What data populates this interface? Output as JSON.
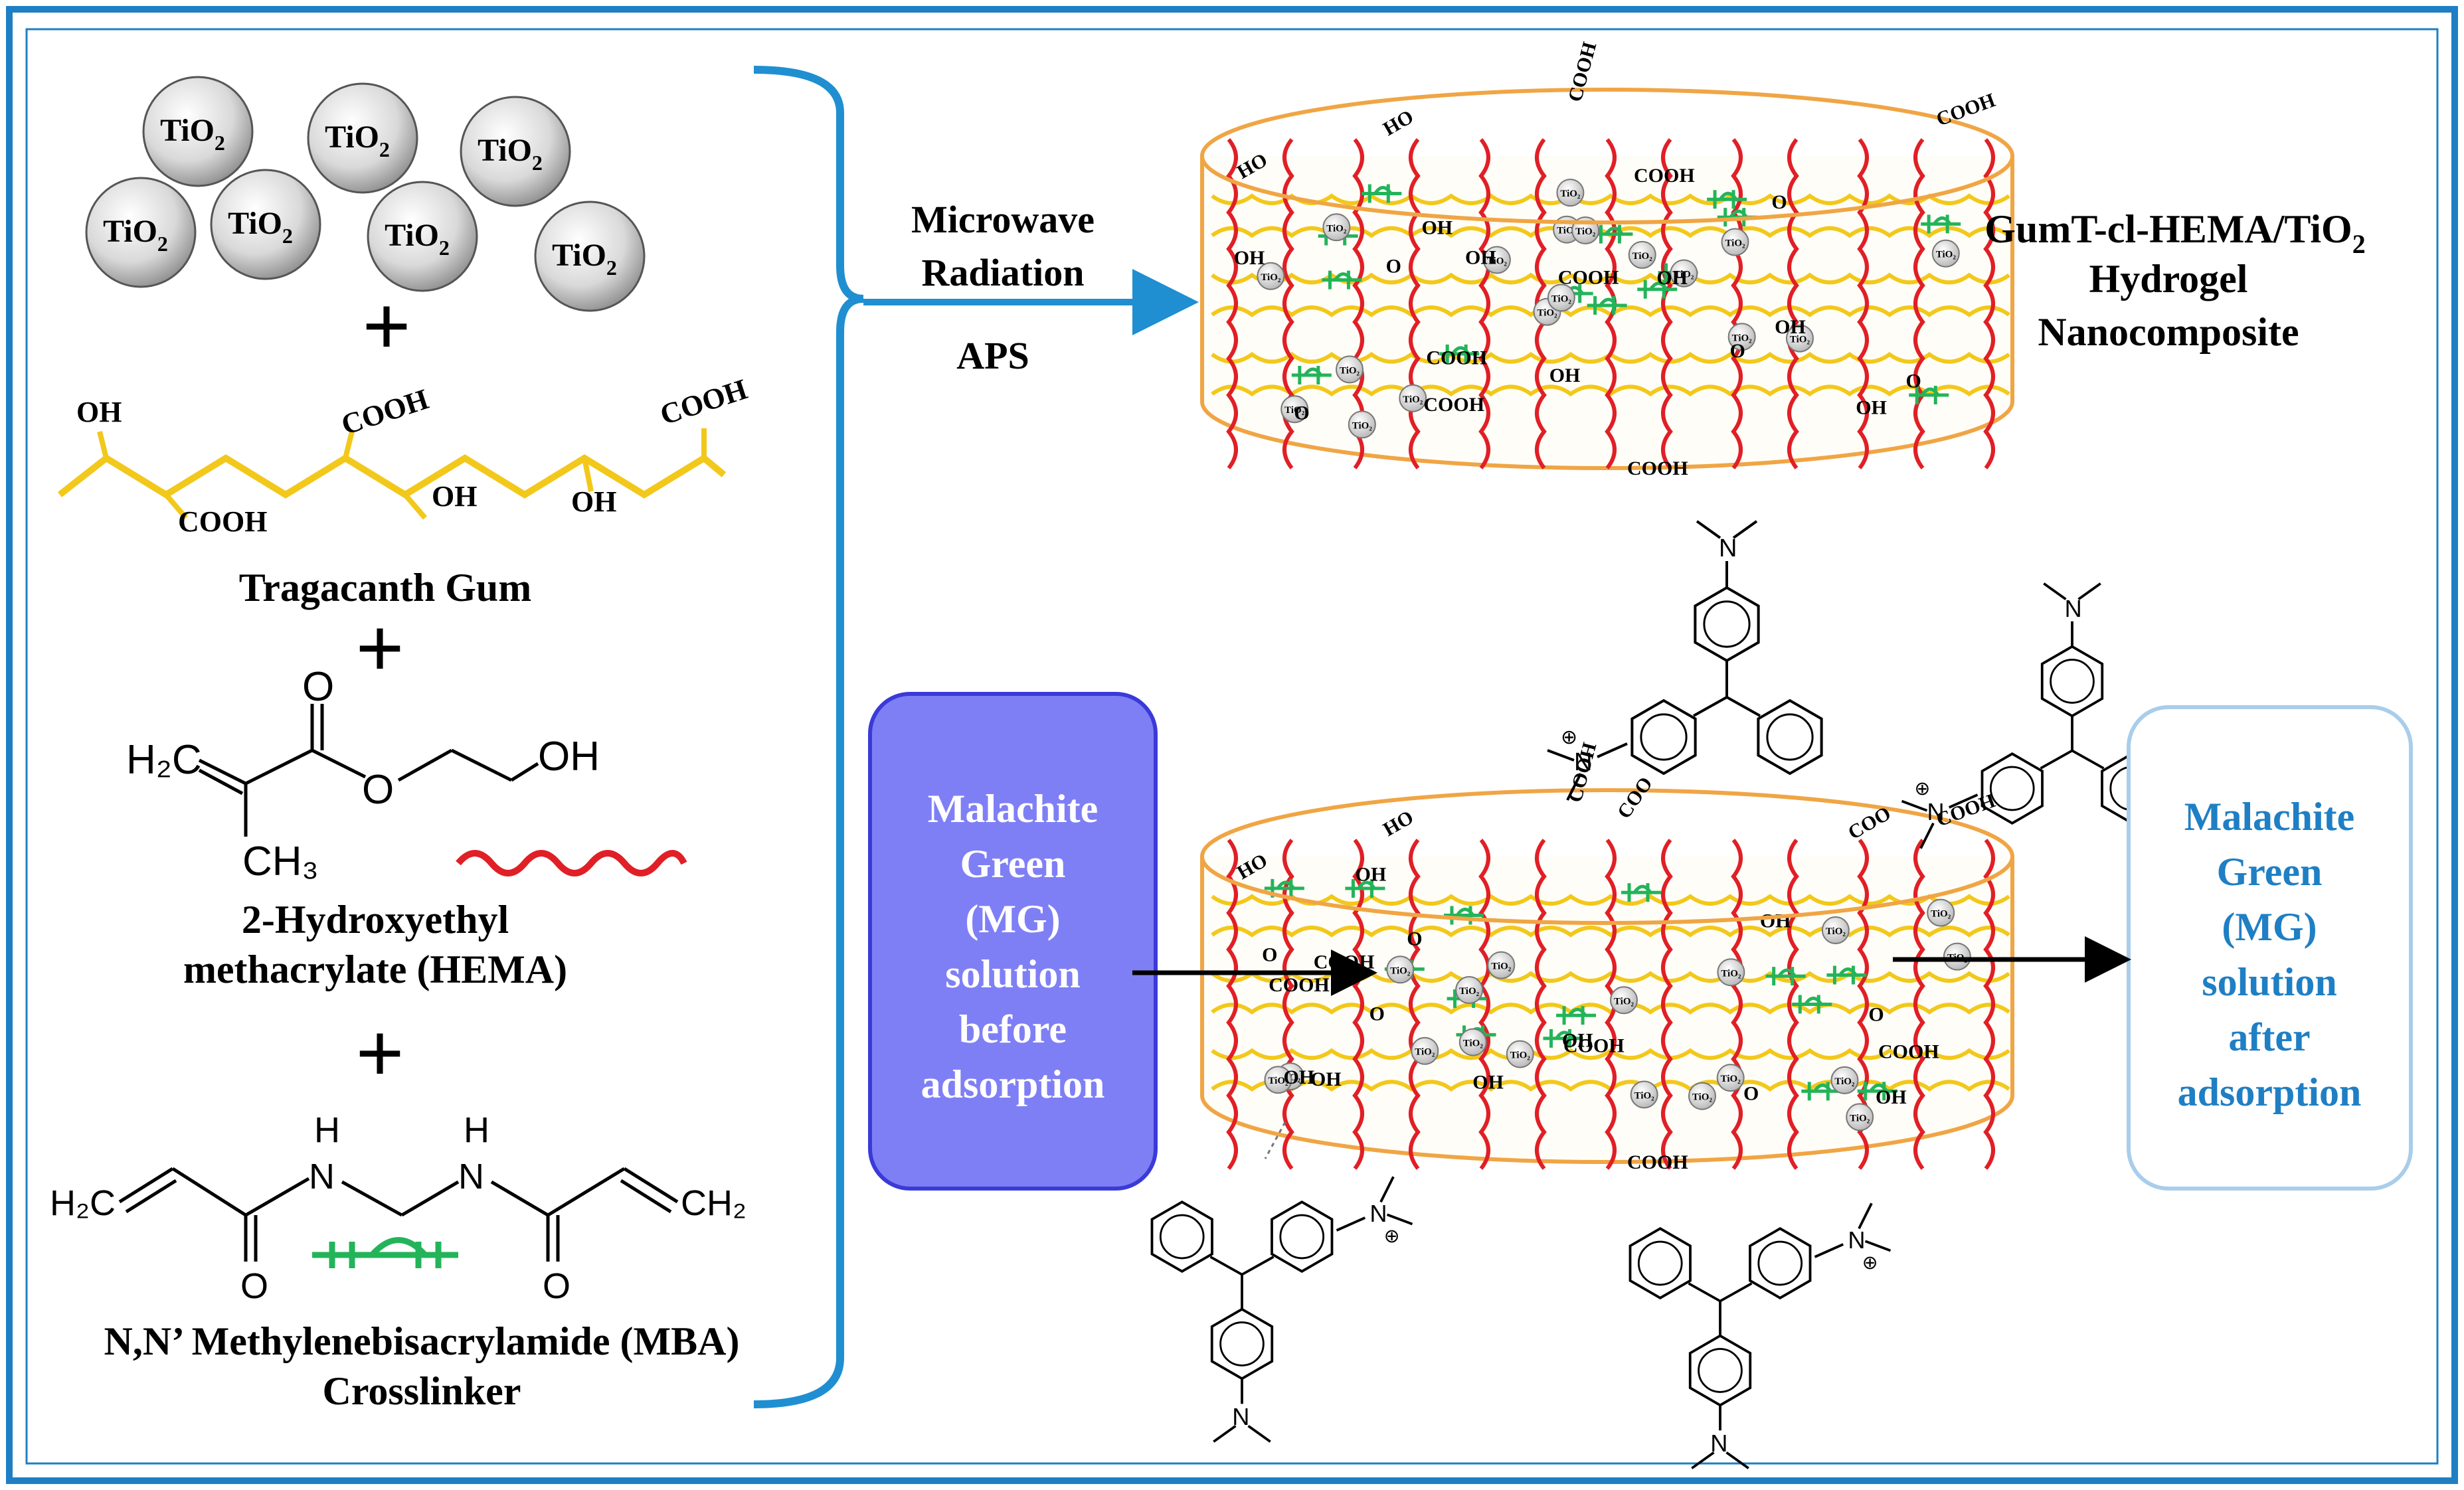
{
  "tio2": {
    "text": "TiO",
    "sub": "2"
  },
  "plus": "+",
  "gum": {
    "name": "Tragacanth Gum",
    "oh": "OH",
    "cooh": "COOH"
  },
  "hema": {
    "h2c": "H₂C",
    "ch3": "CH₃",
    "o": "O",
    "oh": "OH",
    "name_line1": "2-Hydroxyethyl",
    "name_line2": "methacrylate (HEMA)"
  },
  "mba": {
    "h2c": "H₂C",
    "ch2": "CH₂",
    "h": "H",
    "n": "N",
    "o": "O",
    "name_line1": "N,N’ Methylenebisacrylamide (MBA)",
    "name_line2": "Crosslinker"
  },
  "reaction": {
    "line1": "Microwave",
    "line2": "Radiation",
    "line3": "APS"
  },
  "product": {
    "line1": "GumT-cl-HEMA/TiO",
    "line1_sub": "2",
    "line2": "Hydrogel",
    "line3": "Nanocomposite"
  },
  "cyl_labels": {
    "oh": "OH",
    "ho": "HO",
    "cooh": "COOH",
    "coo": "COO",
    "o": "O",
    "tio2": "TiO₂"
  },
  "mg_charge": "⊕",
  "mg_n": "N",
  "before_box": {
    "lines": [
      "Malachite",
      "Green",
      "(MG)",
      "solution",
      "before",
      "adsorption"
    ]
  },
  "after_box": {
    "lines": [
      "Malachite",
      "Green",
      "(MG)",
      "solution",
      "after",
      "adsorption"
    ]
  },
  "colors": {
    "frame": "#1f7fc4",
    "bracket": "#1f8fd1",
    "gum": "#f2c81b",
    "hema": "#e01f26",
    "mba": "#23b45a",
    "cyl_edge": "#f0a544",
    "cyl_fill": "#fffdf7",
    "before_fill": "#7f7ff5",
    "before_edge": "#3a3ad8",
    "after_edge": "#a9cdea",
    "after_text": "#1f7fc4"
  }
}
